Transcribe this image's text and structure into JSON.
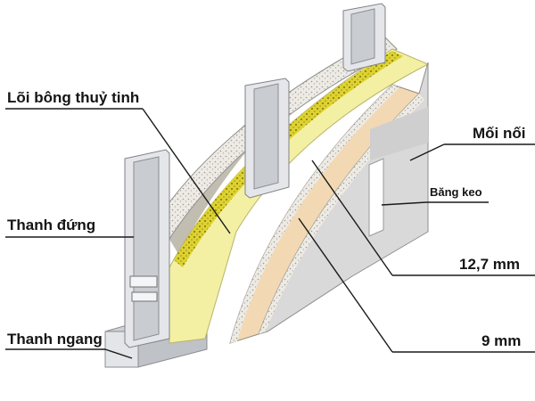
{
  "labels": {
    "glass_wool_core": "Lõi bông thuỷ tinh",
    "stud": "Thanh đứng",
    "track": "Thanh ngang",
    "joint": "Mối nối",
    "tape": "Băng keo",
    "outer_board": "12,7 mm",
    "inner_board": "9 mm"
  },
  "colors": {
    "insulation": "#f3f0a4",
    "gypsum_board": "#d9d9d9",
    "board_edge": "#ebe7e2",
    "board_core": "#f2d9b3",
    "steel": "#d6d8dc",
    "cavity": "#c1bdb1",
    "speckle_band": "#d9cf30"
  }
}
